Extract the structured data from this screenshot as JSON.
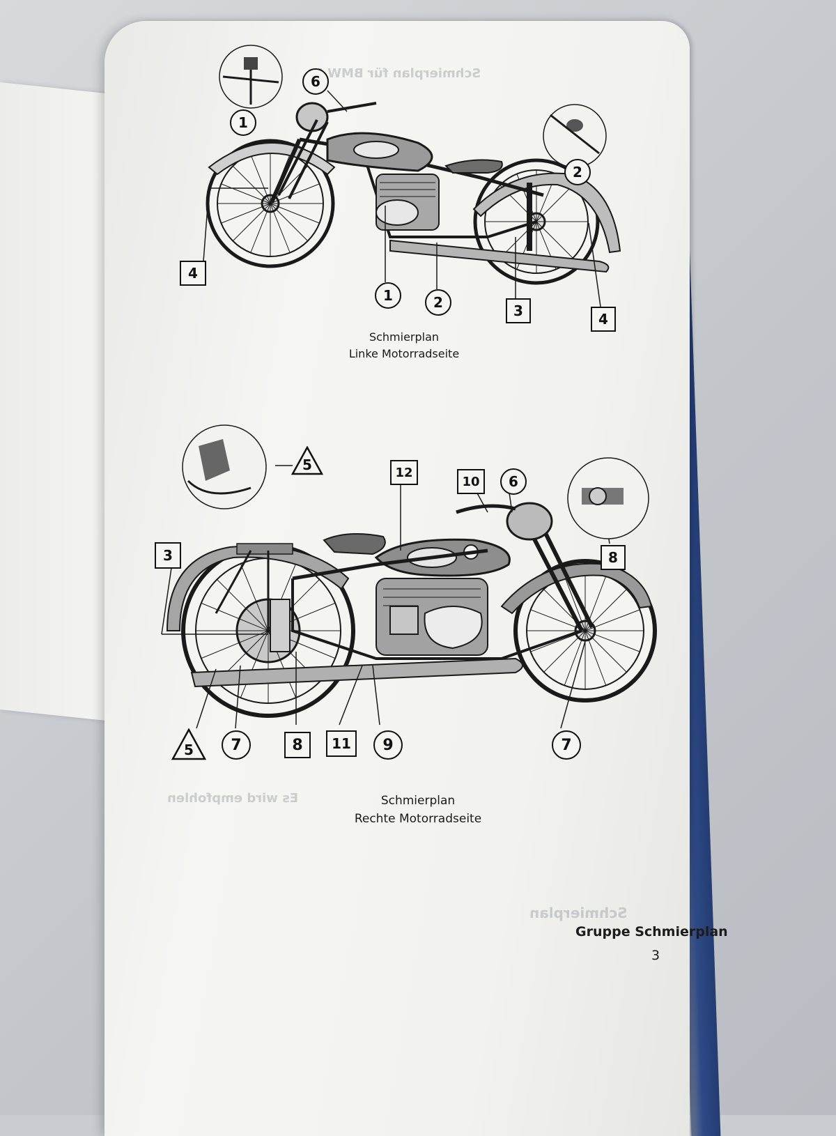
{
  "diagram_top": {
    "caption_line1": "Schmierplan",
    "caption_line2": "Linke Motorradseite",
    "labels": [
      {
        "id": "t-6",
        "text": "6",
        "shape": "circle"
      },
      {
        "id": "t-1a",
        "text": "1",
        "shape": "circle"
      },
      {
        "id": "t-2a",
        "text": "2",
        "shape": "circle"
      },
      {
        "id": "t-4a",
        "text": "4",
        "shape": "square"
      },
      {
        "id": "t-1b",
        "text": "1",
        "shape": "circle"
      },
      {
        "id": "t-2b",
        "text": "2",
        "shape": "circle"
      },
      {
        "id": "t-3",
        "text": "3",
        "shape": "square"
      },
      {
        "id": "t-4b",
        "text": "4",
        "shape": "square"
      }
    ]
  },
  "diagram_bottom": {
    "caption_line1": "Schmierplan",
    "caption_line2": "Rechte Motorradseite",
    "labels": [
      {
        "id": "b-5a",
        "text": "5",
        "shape": "triangle"
      },
      {
        "id": "b-12",
        "text": "12",
        "shape": "square"
      },
      {
        "id": "b-10",
        "text": "10",
        "shape": "square"
      },
      {
        "id": "b-6",
        "text": "6",
        "shape": "circle"
      },
      {
        "id": "b-3",
        "text": "3",
        "shape": "square"
      },
      {
        "id": "b-8a",
        "text": "8",
        "shape": "square"
      },
      {
        "id": "b-5b",
        "text": "5",
        "shape": "triangle"
      },
      {
        "id": "b-7a",
        "text": "7",
        "shape": "circle"
      },
      {
        "id": "b-8b",
        "text": "8",
        "shape": "square"
      },
      {
        "id": "b-11",
        "text": "11",
        "shape": "square"
      },
      {
        "id": "b-9",
        "text": "9",
        "shape": "circle"
      },
      {
        "id": "b-7b",
        "text": "7",
        "shape": "circle"
      }
    ]
  },
  "footer": {
    "section_title": "Gruppe Schmierplan",
    "page_number": "3"
  },
  "colors": {
    "page": "#f3f3f0",
    "ink": "#111111",
    "book_cover": "#2f4a86"
  }
}
